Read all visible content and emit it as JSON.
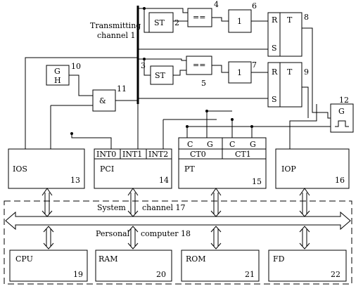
{
  "channel": {
    "line1": "Transmitting",
    "line2": "channel 1"
  },
  "st1": {
    "label": "ST",
    "num": "2"
  },
  "st2": {
    "label": "ST"
  },
  "cmp1": {
    "label": "==",
    "num": "4"
  },
  "cmp2": {
    "label": "==",
    "num": "5"
  },
  "one1": {
    "label": "1",
    "num": "6"
  },
  "one2": {
    "label": "1",
    "num": "7"
  },
  "rs1": {
    "r": "R",
    "s": "S",
    "t": "T",
    "num": "8"
  },
  "rs2": {
    "r": "R",
    "s": "S",
    "t": "T",
    "num": "9"
  },
  "bus_num": "3",
  "gh": {
    "g": "G",
    "h": "H",
    "num": "10"
  },
  "and": {
    "label": "&",
    "num": "11"
  },
  "gen": {
    "label": "G",
    "num": "12"
  },
  "ios": {
    "label": "IOS",
    "num": "13"
  },
  "pci": {
    "label": "PCI",
    "num": "14",
    "int0": "INT0",
    "int1": "INT1",
    "int2": "INT2"
  },
  "pt": {
    "label": "PT",
    "num": "15",
    "c0": "C",
    "g0": "G",
    "c1": "C",
    "g1": "G",
    "ct0": "CT0",
    "ct1": "CT1"
  },
  "iop": {
    "label": "IOP",
    "num": "16"
  },
  "system_bus": {
    "left": "System",
    "right": "channel 17"
  },
  "computer": {
    "left": "Personal",
    "right": "computer 18"
  },
  "cpu": {
    "label": "CPU",
    "num": "19"
  },
  "ram": {
    "label": "RAM",
    "num": "20"
  },
  "rom": {
    "label": "ROM",
    "num": "21"
  },
  "fd": {
    "label": "FD",
    "num": "22"
  }
}
